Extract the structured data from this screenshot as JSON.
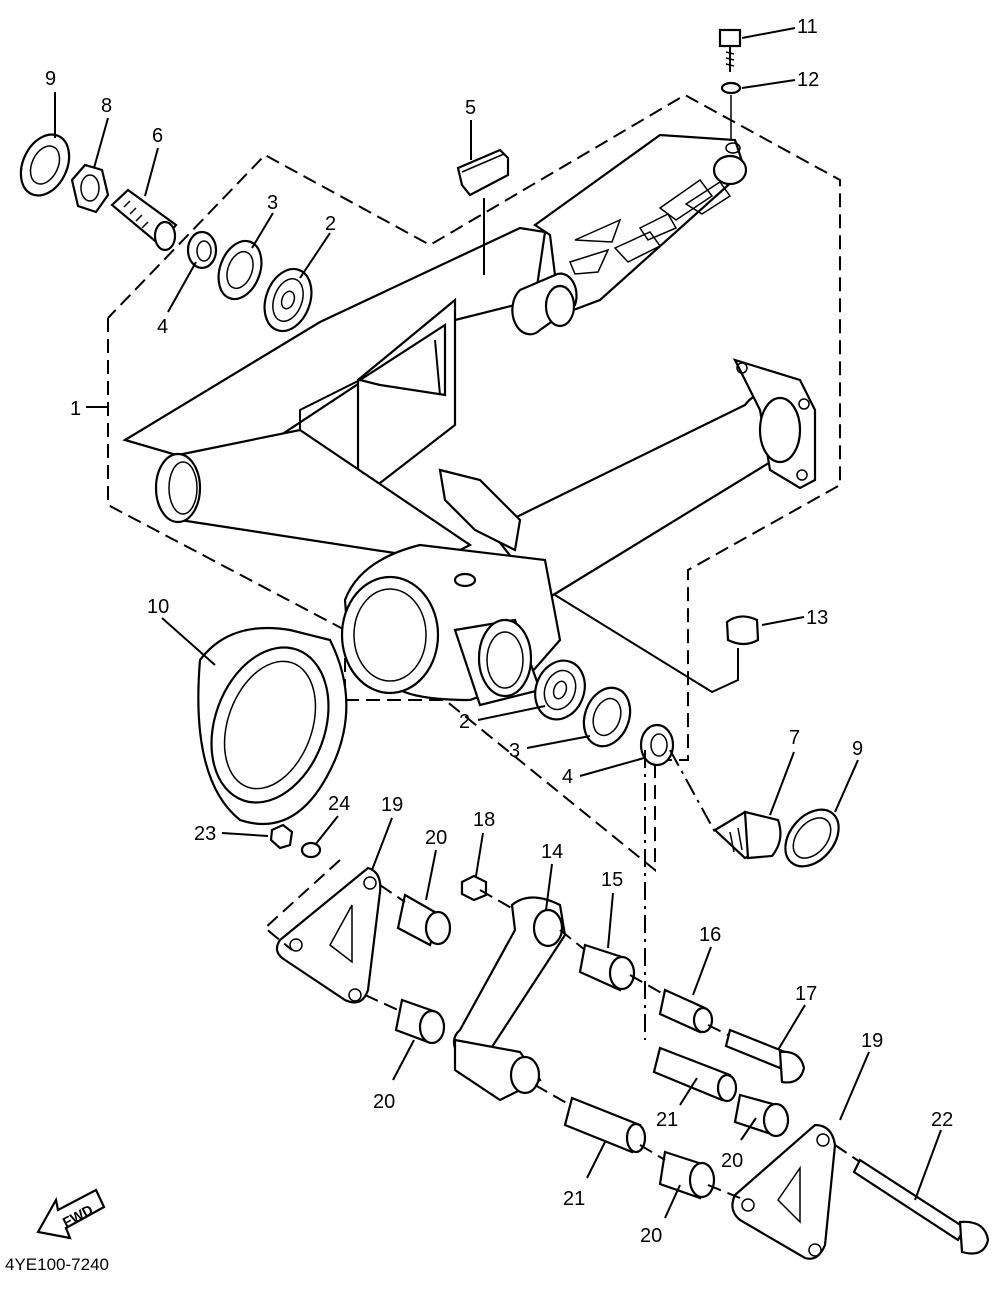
{
  "diagram_code": "4YE100-7240",
  "fwd_label": "FWD",
  "callouts": [
    {
      "id": "c9a",
      "text": "9"
    },
    {
      "id": "c8",
      "text": "8"
    },
    {
      "id": "c6",
      "text": "6"
    },
    {
      "id": "c3a",
      "text": "3"
    },
    {
      "id": "c2a",
      "text": "2"
    },
    {
      "id": "c4a",
      "text": "4"
    },
    {
      "id": "c5",
      "text": "5"
    },
    {
      "id": "c11",
      "text": "11"
    },
    {
      "id": "c12",
      "text": "12"
    },
    {
      "id": "c1",
      "text": "1"
    },
    {
      "id": "c10",
      "text": "10"
    },
    {
      "id": "c13",
      "text": "13"
    },
    {
      "id": "c2b",
      "text": "2"
    },
    {
      "id": "c3b",
      "text": "3"
    },
    {
      "id": "c4b",
      "text": "4"
    },
    {
      "id": "c7",
      "text": "7"
    },
    {
      "id": "c9b",
      "text": "9"
    },
    {
      "id": "c23",
      "text": "23"
    },
    {
      "id": "c24",
      "text": "24"
    },
    {
      "id": "c19a",
      "text": "19"
    },
    {
      "id": "c20a",
      "text": "20"
    },
    {
      "id": "c18",
      "text": "18"
    },
    {
      "id": "c14",
      "text": "14"
    },
    {
      "id": "c15",
      "text": "15"
    },
    {
      "id": "c16",
      "text": "16"
    },
    {
      "id": "c17",
      "text": "17"
    },
    {
      "id": "c19b",
      "text": "19"
    },
    {
      "id": "c22",
      "text": "22"
    },
    {
      "id": "c20b",
      "text": "20"
    },
    {
      "id": "c21a",
      "text": "21"
    },
    {
      "id": "c21b",
      "text": "21"
    },
    {
      "id": "c20c",
      "text": "20"
    },
    {
      "id": "c20d",
      "text": "20"
    }
  ]
}
